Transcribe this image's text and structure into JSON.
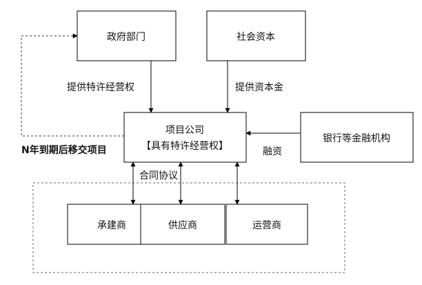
{
  "nodes": {
    "government": "政府部门",
    "social_capital": "社会资本",
    "project_company_line1": "项目公司",
    "project_company_line2": "【具有特许经营权】",
    "bank": "银行等金融机构",
    "contractor": "承建商",
    "supplier": "供应商",
    "operator": "运营商"
  },
  "edges": {
    "franchise": "提供特许经营权",
    "capital": "提供资本金",
    "financing": "融资",
    "contract": "合同协议",
    "transfer": "N年到期后移交项目"
  }
}
